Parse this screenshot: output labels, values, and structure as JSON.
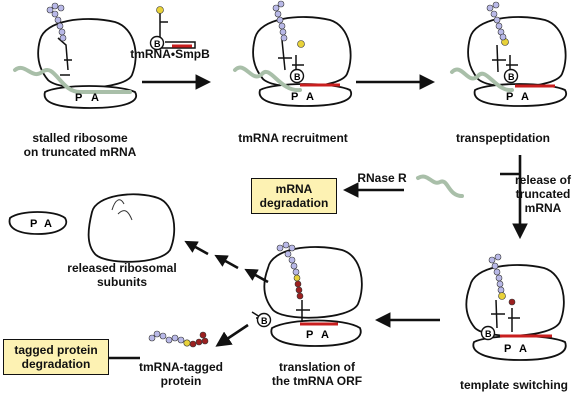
{
  "labels": {
    "stalled": "stalled ribosome\non truncated mRNA",
    "tmrna_smpb": "tmRNA•SmpB",
    "recruitment": "tmRNA recruitment",
    "transpeptidation": "transpeptidation",
    "rnase_r": "RNase R",
    "release_truncated": "release of\ntruncated\nmRNA",
    "mrna_degradation": "mRNA\ndegradation",
    "released_subunits": "released ribosomal\nsubunits",
    "tagged_protein_degradation": "tagged protein\ndegradation",
    "tagged_protein": "tmRNA-tagged\nprotein",
    "translation_orf": "translation of\nthe tmRNA ORF",
    "template_switching": "template switching"
  },
  "site_letters": {
    "p": "P",
    "a": "A"
  },
  "smpb_letter": "B",
  "colors": {
    "mrna": "#a9bfa9",
    "tmrna_red": "#c81e1e",
    "peptide": "#b9b9e8",
    "peptide_dark": "#9c2020",
    "alanine": "#e8d23a",
    "highlight_box": "#fdf2b3",
    "outline": "#111111"
  }
}
